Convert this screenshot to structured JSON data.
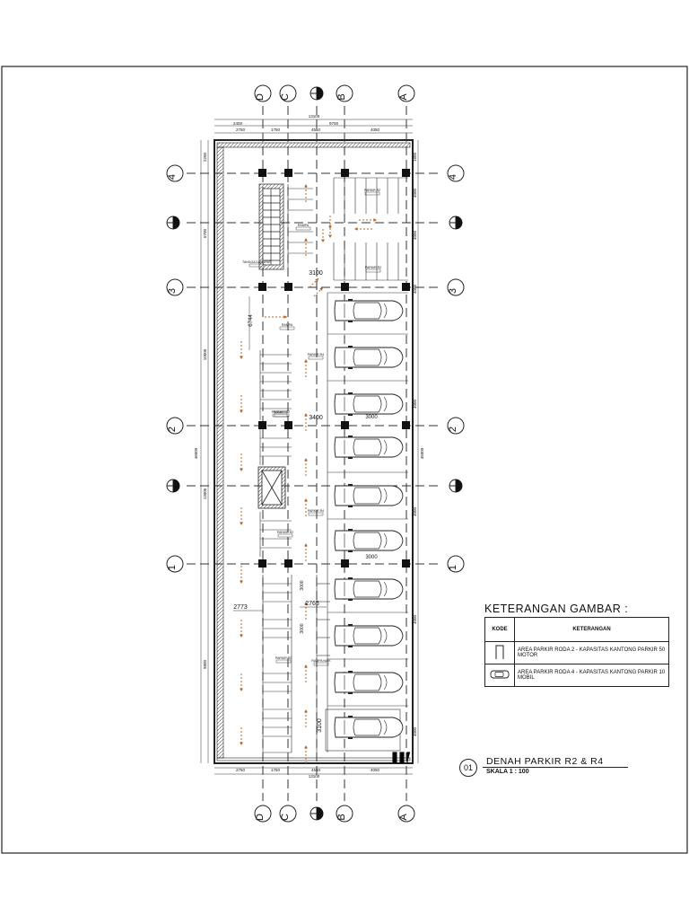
{
  "plan": {
    "grid_letters": [
      "D",
      "C",
      "B",
      "A"
    ],
    "grid_numbers": [
      "4",
      "3",
      "2",
      "1"
    ],
    "dims_top": [
      "2400",
      "9700",
      "13100"
    ],
    "dims_top_sub": [
      "2750",
      "1750",
      "4550",
      "4050"
    ],
    "dims_bottom_sub": [
      "2750",
      "1750",
      "4550",
      "4050"
    ],
    "dims_bottom": "13100",
    "dims_left": [
      "2200",
      "6700",
      "10000",
      "13000",
      "9800",
      "46000"
    ],
    "dims_right": [
      "1800",
      "4000",
      "4000",
      "4000",
      "4000",
      "4000",
      "4000",
      "4000",
      "45000"
    ],
    "inner_dims": [
      "3100",
      "3400",
      "3000",
      "3000",
      "6744",
      "2773",
      "2765",
      "3100",
      "3000",
      "3000"
    ],
    "parking_labels": [
      "PARKIR R2",
      "PARKIR R2",
      "PARKIR R4",
      "PARKIR R2",
      "PARKIR R4",
      "PARKIR R2",
      "RAMPA",
      "TANGGA DARURAT",
      "RAMPA",
      "RAMPA NAIK",
      "PARKIR R2",
      "PARKIR R2"
    ]
  },
  "legend": {
    "title": "KETERANGAN GAMBAR :",
    "col_code": "KODE",
    "col_desc": "KETERANGAN",
    "rows": [
      {
        "icon": "motorcycle-slot-icon",
        "text": "AREA PARKIR RODA 2 - KAPASITAS KANTONG PARKIR 50 MOTOR"
      },
      {
        "icon": "car-icon",
        "text": "AREA PARKIR RODA 4 - KAPASITAS KANTONG PARKIR 10 MOBIL"
      }
    ]
  },
  "title_block": {
    "number": "01",
    "title": "DENAH PARKIR R2 & R4",
    "scale": "SKALA 1 : 100"
  }
}
